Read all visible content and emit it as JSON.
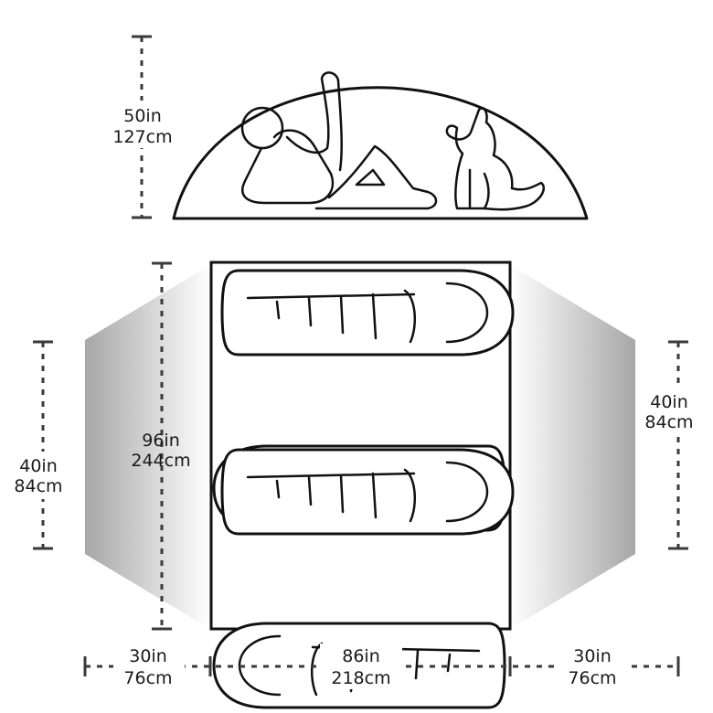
{
  "dimensions": {
    "height": {
      "imperial": "50in",
      "metric": "127cm"
    },
    "length": {
      "imperial": "96in",
      "metric": "244cm"
    },
    "left_end": {
      "imperial": "40in",
      "metric": "84cm"
    },
    "right_end": {
      "imperial": "40in",
      "metric": "84cm"
    },
    "bottom_left": {
      "imperial": "30in",
      "metric": "76cm"
    },
    "bottom_center": {
      "imperial": "86in",
      "metric": "218cm"
    },
    "bottom_right": {
      "imperial": "30in",
      "metric": "76cm"
    }
  },
  "floor": {
    "sleeping_bag_count": 4,
    "vestibule_color": "#a9a9a9"
  },
  "profile": {
    "icons": [
      "person-lounging-icon",
      "dog-sitting-icon"
    ]
  }
}
